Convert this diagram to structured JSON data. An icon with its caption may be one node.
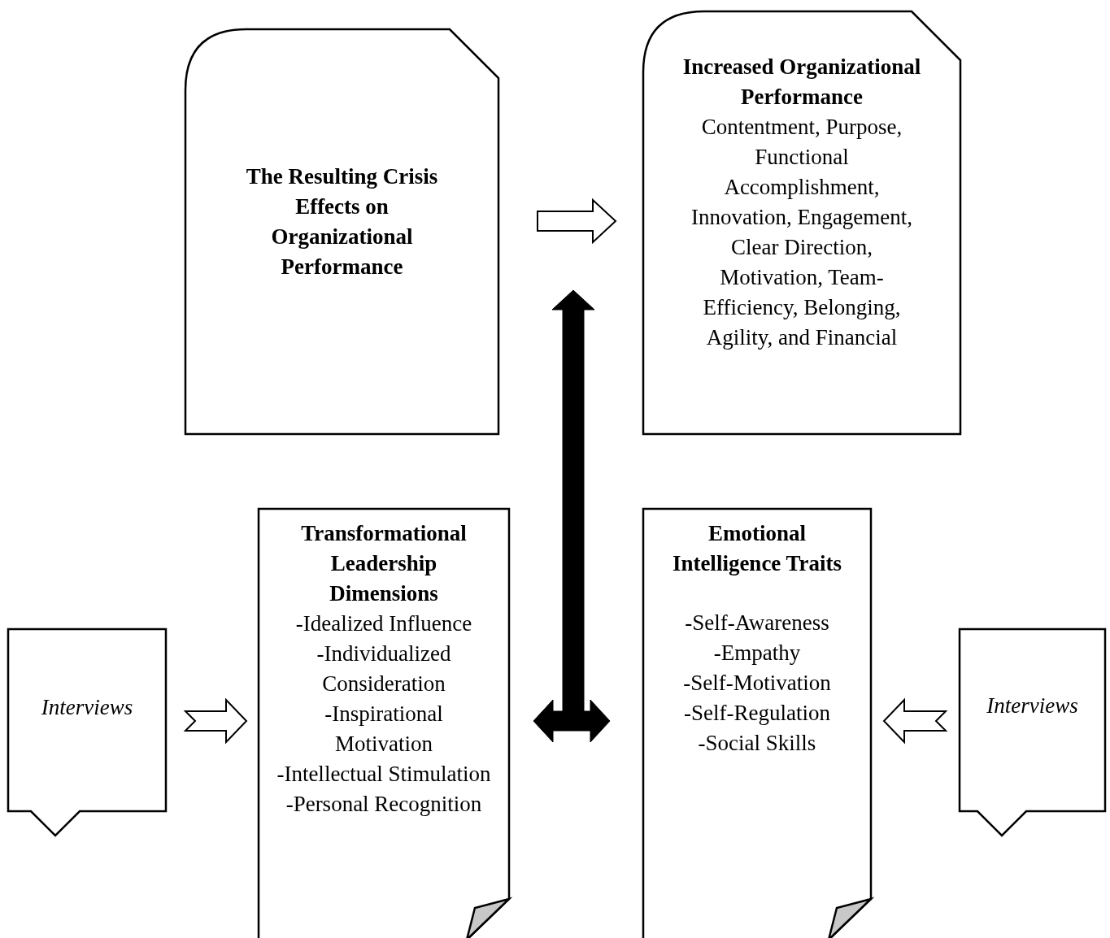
{
  "diagram": {
    "nodes": [
      {
        "text": [
          "The Resulting Crisis Effects on Organizational Performance"
        ]
      },
      {
        "text": [
          "Increased Organizational Performance",
          "Contentment, Purpose, Functional Accomplishment, Innovation, Engagement, Clear Direction, Motivation, Team-Efficiency, Belonging, Agility, and Financial"
        ]
      },
      {
        "text": [
          "Transformational Leadership Dimensions",
          "-Idealized Influence",
          "-Individualized Consideration",
          "-Inspirational Motivation",
          "-Intellectual Stimulation",
          "-Personal Recognition"
        ]
      },
      {
        "text": [
          "Emotional Intelligence Traits",
          "-Self-Awareness",
          "-Empathy",
          "-Self-Motivation",
          "-Self-Regulation",
          "-Social Skills"
        ]
      },
      {
        "text": [
          "Interviews"
        ]
      },
      {
        "text": [
          "Interviews"
        ]
      }
    ],
    "edges": [
      {
        "from": 0,
        "to": 1,
        "arrow": "to"
      },
      {
        "from": 4,
        "to": 2,
        "arrow": "to"
      },
      {
        "from": 5,
        "to": 3,
        "arrow": "to"
      },
      {
        "from": 2,
        "to": 3,
        "arrow": "both",
        "style": "thick"
      }
    ]
  }
}
